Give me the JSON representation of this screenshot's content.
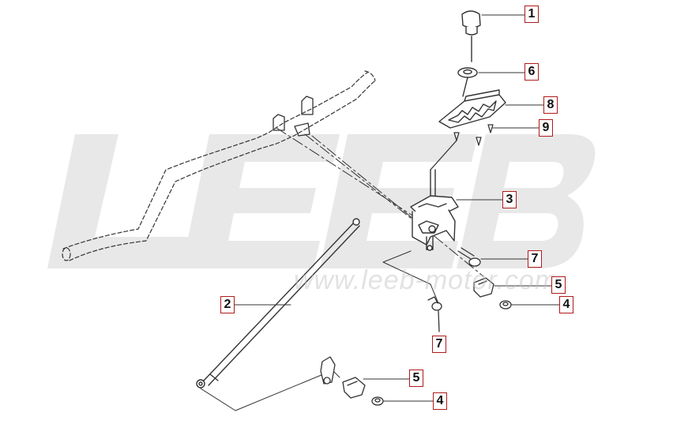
{
  "watermark": {
    "logo": "LEEB",
    "site": "www.leeb-motor.com"
  },
  "callouts": [
    {
      "id": "c1",
      "number": "1",
      "part": "shift-knob"
    },
    {
      "id": "c6",
      "number": "6",
      "part": "washer"
    },
    {
      "id": "c8",
      "number": "8",
      "part": "shift-gate-plate"
    },
    {
      "id": "c9",
      "number": "9",
      "part": "screw"
    },
    {
      "id": "c3",
      "number": "3",
      "part": "shift-lever-assembly"
    },
    {
      "id": "c7a",
      "number": "7",
      "part": "bolt"
    },
    {
      "id": "c5a",
      "number": "5",
      "part": "clamp"
    },
    {
      "id": "c4a",
      "number": "4",
      "part": "nut"
    },
    {
      "id": "c2",
      "number": "2",
      "part": "shift-rod"
    },
    {
      "id": "c7b",
      "number": "7",
      "part": "bolt"
    },
    {
      "id": "c5b",
      "number": "5",
      "part": "clamp"
    },
    {
      "id": "c4b",
      "number": "4",
      "part": "nut"
    }
  ],
  "colors": {
    "line": "#333333",
    "callout_border": "#b01a1a",
    "watermark": "#e6e6e6"
  }
}
